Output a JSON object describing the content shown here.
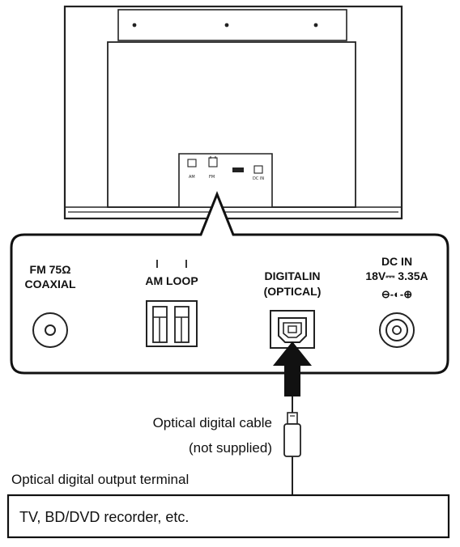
{
  "panel": {
    "fm": {
      "line1": "FM 75Ω",
      "line2": "COAXIAL"
    },
    "am": {
      "label": "AM LOOP"
    },
    "digital": {
      "line1": "DIGITALIN",
      "line2": "(OPTICAL)"
    },
    "dc": {
      "line1": "DC IN",
      "line2": "18V⎓ 3.35A",
      "polarity": "⊖-◐-⊕"
    }
  },
  "unit_small_labels": [
    "AM",
    "FM",
    "DC IN"
  ],
  "cable": {
    "line1": "Optical digital cable",
    "line2": "(not supplied)"
  },
  "terminal": {
    "label": "Optical digital output terminal"
  },
  "device": {
    "label": "TV, BD/DVD recorder, etc."
  }
}
